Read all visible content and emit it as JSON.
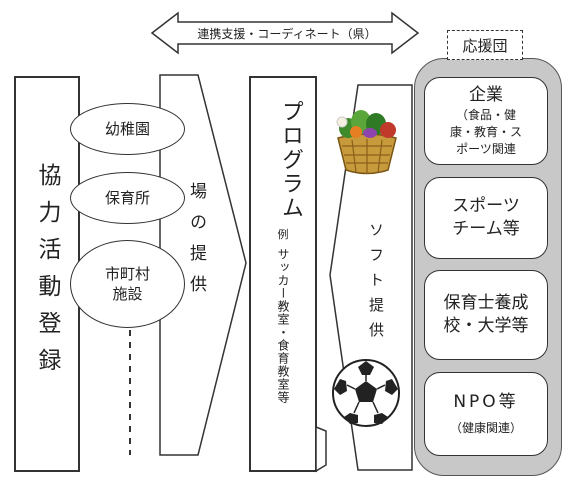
{
  "top_arrow": {
    "label": "連携支援・コーディネート（県）"
  },
  "registration": {
    "text": "協力活動登録"
  },
  "venues": [
    {
      "lines": [
        "幼稚園"
      ]
    },
    {
      "lines": [
        "保育所"
      ]
    },
    {
      "lines": [
        "市町村",
        "施設"
      ]
    }
  ],
  "place_provision": {
    "text": "場の提供"
  },
  "program": {
    "title": "プログラム",
    "example_mark": "例",
    "examples": "サッカー教室・食育教室等"
  },
  "soft_provision": {
    "text": "ソフト提供"
  },
  "supporters": {
    "title": "応援団",
    "cards": [
      {
        "main": [
          "企業"
        ],
        "sub": [
          "（食品・健",
          "康・教育・ス",
          "ポーツ関連"
        ]
      },
      {
        "main": [
          "スポーツ",
          "チーム等"
        ],
        "sub": []
      },
      {
        "main": [
          "保育士養成",
          "校・大学等"
        ],
        "sub": []
      },
      {
        "main": [
          "NPO等"
        ],
        "sub": [
          "（健康関連）"
        ]
      }
    ]
  },
  "icons": [
    "vegetable-basket-icon",
    "soccer-ball-icon"
  ],
  "colors": {
    "line": "#333333",
    "panel": "#c8c8c8",
    "background": "#ffffff"
  }
}
